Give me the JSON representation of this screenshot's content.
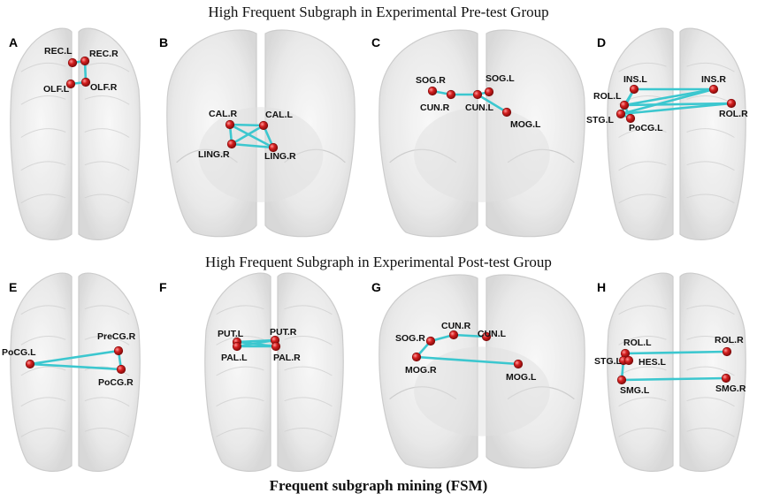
{
  "titles": {
    "top": "High Frequent Subgraph in Experimental Pre-test Group",
    "middle": "High Frequent Subgraph in Experimental Post-test Group",
    "bottom": "Frequent subgraph mining (FSM)"
  },
  "colors": {
    "edge": "#3cc7cf",
    "node": "#d42020",
    "brain": "#e6e6e6",
    "brain_stroke": "#c4c4c4"
  },
  "panels": [
    {
      "letter": "A",
      "view": "axial",
      "nodes": [
        {
          "id": "REC.L",
          "label": "REC.L"
        },
        {
          "id": "REC.R",
          "label": "REC.R"
        },
        {
          "id": "OLF.L",
          "label": "OLF.L"
        },
        {
          "id": "OLF.R",
          "label": "OLF.R"
        }
      ],
      "edges": [
        [
          "REC.L",
          "REC.R"
        ],
        [
          "REC.R",
          "OLF.R"
        ],
        [
          "OLF.L",
          "OLF.R"
        ]
      ]
    },
    {
      "letter": "B",
      "view": "coronal",
      "nodes": [
        {
          "id": "CAL.R",
          "label": "CAL.R"
        },
        {
          "id": "CAL.L",
          "label": "CAL.L"
        },
        {
          "id": "LING.R1",
          "label": "LING.R"
        },
        {
          "id": "LING.R2",
          "label": "LING.R"
        }
      ],
      "edges": [
        [
          "CAL.R",
          "CAL.L"
        ],
        [
          "CAL.R",
          "LING.R1"
        ],
        [
          "CAL.R",
          "LING.R2"
        ],
        [
          "CAL.L",
          "LING.R1"
        ],
        [
          "CAL.L",
          "LING.R2"
        ],
        [
          "LING.R1",
          "LING.R2"
        ]
      ]
    },
    {
      "letter": "C",
      "view": "coronal",
      "nodes": [
        {
          "id": "SOG.R",
          "label": "SOG.R"
        },
        {
          "id": "CUN.R",
          "label": "CUN.R"
        },
        {
          "id": "CUN.L",
          "label": "CUN.L"
        },
        {
          "id": "SOG.L",
          "label": "SOG.L"
        },
        {
          "id": "MOG.L",
          "label": "MOG.L"
        }
      ],
      "edges": [
        [
          "SOG.R",
          "CUN.R"
        ],
        [
          "CUN.R",
          "CUN.L"
        ],
        [
          "CUN.L",
          "SOG.L"
        ],
        [
          "CUN.L",
          "MOG.L"
        ]
      ]
    },
    {
      "letter": "D",
      "view": "axial",
      "nodes": [
        {
          "id": "INS.L",
          "label": "INS.L"
        },
        {
          "id": "INS.R",
          "label": "INS.R"
        },
        {
          "id": "ROL.L",
          "label": "ROL.L"
        },
        {
          "id": "ROL.R",
          "label": "ROL.R"
        },
        {
          "id": "STG.L",
          "label": "STG.L"
        },
        {
          "id": "PoCG.L",
          "label": "PoCG.L"
        }
      ],
      "edges": [
        [
          "INS.L",
          "INS.R"
        ],
        [
          "ROL.L",
          "INS.R"
        ],
        [
          "ROL.L",
          "ROL.R"
        ],
        [
          "STG.L",
          "INS.R"
        ],
        [
          "STG.L",
          "ROL.R"
        ],
        [
          "ROL.L",
          "INS.L"
        ],
        [
          "STG.L",
          "PoCG.L"
        ],
        [
          "ROL.L",
          "PoCG.L"
        ],
        [
          "STG.L",
          "INS.L"
        ]
      ]
    },
    {
      "letter": "E",
      "view": "axial",
      "nodes": [
        {
          "id": "PoCG.L",
          "label": "PoCG.L"
        },
        {
          "id": "PreCG.R",
          "label": "PreCG.R"
        },
        {
          "id": "PoCG.R",
          "label": "PoCG.R"
        }
      ],
      "edges": [
        [
          "PoCG.L",
          "PreCG.R"
        ],
        [
          "PoCG.L",
          "PoCG.R"
        ],
        [
          "PreCG.R",
          "PoCG.R"
        ]
      ]
    },
    {
      "letter": "F",
      "view": "axial",
      "nodes": [
        {
          "id": "PUT.L",
          "label": "PUT.L"
        },
        {
          "id": "PUT.R",
          "label": "PUT.R"
        },
        {
          "id": "PAL.L",
          "label": "PAL.L"
        },
        {
          "id": "PAL.R",
          "label": "PAL.R"
        }
      ],
      "edges": [
        [
          "PUT.L",
          "PUT.R"
        ],
        [
          "PUT.L",
          "PAL.R"
        ],
        [
          "PAL.L",
          "PUT.R"
        ],
        [
          "PAL.L",
          "PAL.R"
        ]
      ]
    },
    {
      "letter": "G",
      "view": "coronal",
      "nodes": [
        {
          "id": "SOG.R",
          "label": "SOG.R"
        },
        {
          "id": "CUN.R",
          "label": "CUN.R"
        },
        {
          "id": "CUN.L",
          "label": "CUN.L"
        },
        {
          "id": "MOG.R",
          "label": "MOG.R"
        },
        {
          "id": "MOG.L",
          "label": "MOG.L"
        }
      ],
      "edges": [
        [
          "SOG.R",
          "CUN.R"
        ],
        [
          "CUN.R",
          "CUN.L"
        ],
        [
          "SOG.R",
          "MOG.R"
        ],
        [
          "MOG.R",
          "MOG.L"
        ]
      ]
    },
    {
      "letter": "H",
      "view": "axial",
      "nodes": [
        {
          "id": "ROL.L",
          "label": "ROL.L"
        },
        {
          "id": "ROL.R",
          "label": "ROL.R"
        },
        {
          "id": "STG.L",
          "label": "STG.L"
        },
        {
          "id": "HES.L",
          "label": "HES.L"
        },
        {
          "id": "SMG.L",
          "label": "SMG.L"
        },
        {
          "id": "SMG.R",
          "label": "SMG.R"
        }
      ],
      "edges": [
        [
          "ROL.L",
          "ROL.R"
        ],
        [
          "ROL.L",
          "STG.L"
        ],
        [
          "ROL.L",
          "HES.L"
        ],
        [
          "STG.L",
          "HES.L"
        ],
        [
          "STG.L",
          "SMG.L"
        ],
        [
          "SMG.L",
          "SMG.R"
        ]
      ]
    }
  ]
}
